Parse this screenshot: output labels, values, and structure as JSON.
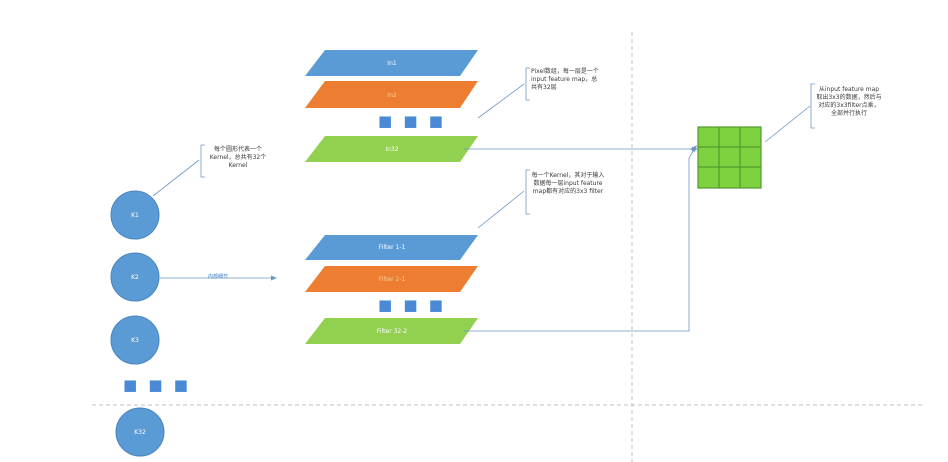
{
  "layers": {
    "in1": "In1",
    "in2": "In2",
    "in32": "In32",
    "filter1": "Filter 1-1",
    "filter2": "Filter 2-1",
    "filter32": "Filter 32-2"
  },
  "kernels": {
    "k1": "K1",
    "k2": "K2",
    "k3": "K3",
    "k32": "K32"
  },
  "ellipsis": "■ ■ ■",
  "notes": {
    "kernel_note": "每个圆形代表一个Kernel，总共有32个Kernel",
    "pixel_note": "Pixel数组，每一层是一个input feature map，总共有32层",
    "filter_note": "每一个Kernel，其对于输入数据每一层input feature map都有对应的3x3 filter",
    "grid_note": "从input feature map取出3x3的数据，然后与对应的3x3filter点乘，全部并行执行"
  },
  "arrow_label": "内部细节",
  "colors": {
    "blue": "#5b9bd5",
    "orange": "#ed7d31",
    "green": "#92d050",
    "grid_green": "#7fd23f",
    "grid_border": "#4f9a2f",
    "line": "#6f98c2",
    "dashed": "#c0c0c0"
  }
}
